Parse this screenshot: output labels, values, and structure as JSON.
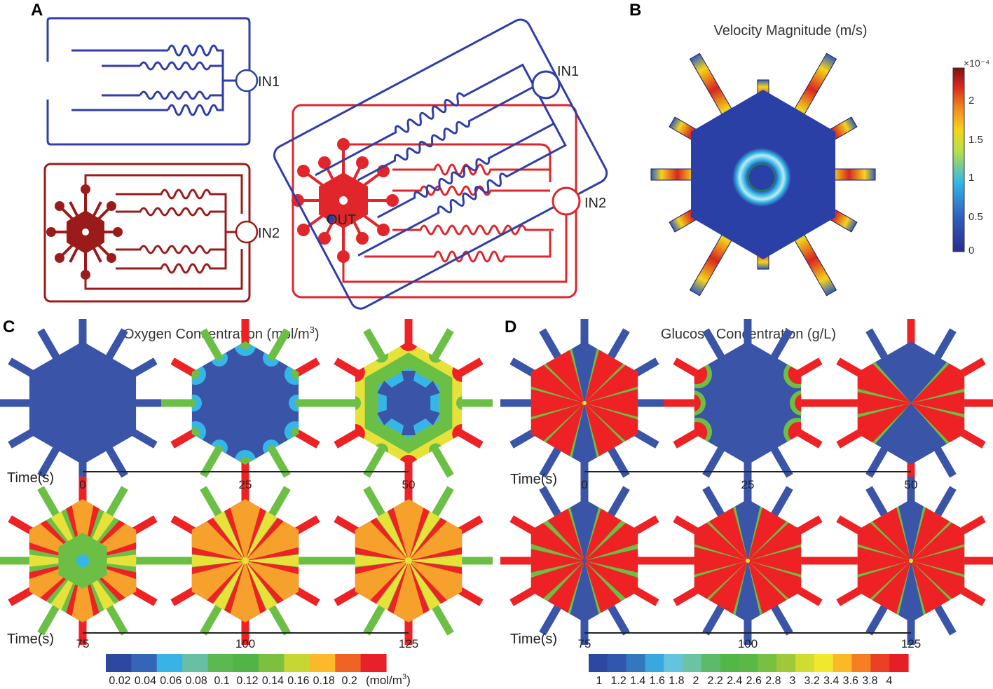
{
  "panels": {
    "a": {
      "label": "A",
      "ports": {
        "in1_small": "IN1",
        "in2_small": "IN2",
        "in1": "IN1",
        "in2": "IN2",
        "out": "OUT"
      }
    },
    "b": {
      "label": "B",
      "title": "Velocity Magnitude (m/s)",
      "exponent": "×10⁻⁴",
      "colorbar_ticks": [
        "2",
        "1.5",
        "1",
        "0.5",
        "0"
      ]
    },
    "c": {
      "label": "C",
      "title_main": "Oxygen Concentration (mol/m",
      "title_sup": "3",
      "title_close": ")",
      "time_label": "Time(s)",
      "times_top": [
        "0",
        "25",
        "50"
      ],
      "times_bottom": [
        "75",
        "100",
        "125"
      ],
      "colorbar_ticks": [
        "0.02",
        "0.04",
        "0.06",
        "0.08",
        "0.1",
        "0.12",
        "0.14",
        "0.16",
        "0.18",
        "0.2"
      ],
      "unit_main": "(mol/m",
      "unit_sup": "3",
      "unit_close": ")"
    },
    "d": {
      "label": "D",
      "title": "Glucose Concentration (g/L)",
      "time_label": "Time(s)",
      "times_top": [
        "0",
        "25",
        "50"
      ],
      "times_bottom": [
        "75",
        "100",
        "125"
      ],
      "colorbar_ticks": [
        "1",
        "1.2",
        "1.4",
        "1.6",
        "1.8",
        "2",
        "2.2",
        "2.4",
        "2.6",
        "2.8",
        "3",
        "3.2",
        "3.4",
        "3.6",
        "3.8",
        "4"
      ]
    }
  },
  "colors": {
    "blue_chip": "#2f3ea8",
    "dark_red_chip": "#9b1b1b",
    "red_chip": "#e0262b",
    "field_blue": "#3a55a8",
    "field_green": "#6cbf45",
    "field_red": "#ee2224",
    "field_yellow": "#e7e23a",
    "field_orange": "#f6a12c",
    "field_cyan": "#36b6e8",
    "velocity_bg": "#2b40a6",
    "oxygen_scale": [
      "#2d48a0",
      "#3366b6",
      "#39b3e6",
      "#67c0a6",
      "#5cb850",
      "#52b347",
      "#7dc03f",
      "#c6d632",
      "#fbb92b",
      "#ef6325",
      "#e8202a"
    ],
    "glucose_scale": [
      "#2d48a0",
      "#2f57ad",
      "#3378be",
      "#3aa7df",
      "#64c3dd",
      "#6cc3a3",
      "#5dba6a",
      "#52b648",
      "#5bb846",
      "#79bf41",
      "#9fc93a",
      "#d0dd30",
      "#f1e72b",
      "#fbb925",
      "#f57f22",
      "#ea4126",
      "#e61f27"
    ],
    "velocity_scale": [
      "#2a2c8f",
      "#2f5cc0",
      "#35b7e6",
      "#b7e046",
      "#f6d419",
      "#f38a1e",
      "#d8271f",
      "#7d1113"
    ]
  }
}
